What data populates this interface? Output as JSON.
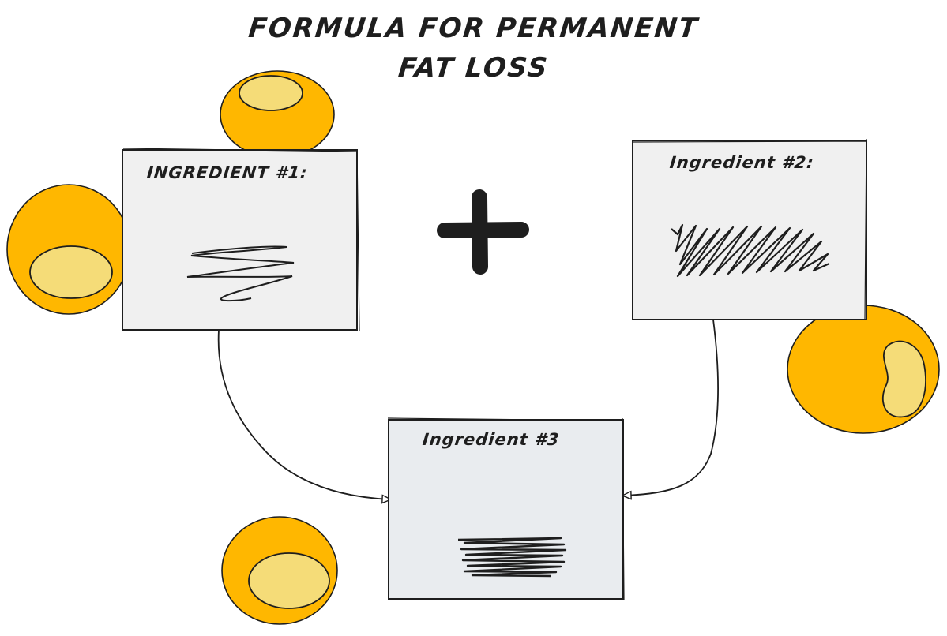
{
  "title": {
    "line1": "FORMULA FOR PERMANENT",
    "line2": "FAT LOSS"
  },
  "cards": [
    {
      "label": "INGREDIENT #1:",
      "fill": "#f0f0f0"
    },
    {
      "label": "Ingredient #2:",
      "fill": "#f0f0f0"
    },
    {
      "label": "Ingredient #3",
      "fill": "#e9ecef"
    }
  ],
  "operator": "plus",
  "colors": {
    "stroke": "#1e1e1e",
    "blob_outer": "#ffb700",
    "blob_inner": "#f5dc78"
  }
}
